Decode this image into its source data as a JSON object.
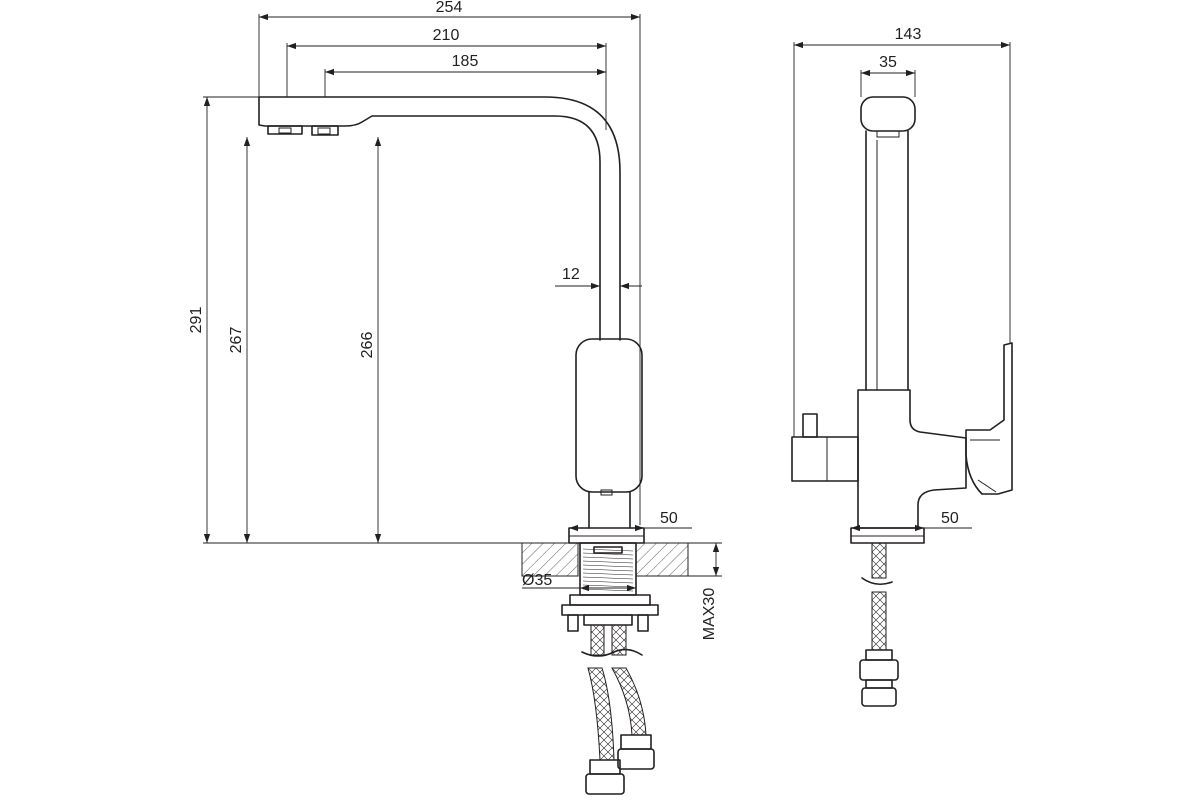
{
  "dimensions": {
    "overall_reach": "254",
    "reach_210": "210",
    "reach_185": "185",
    "overall_height": "291",
    "height_267": "267",
    "height_266": "266",
    "pipe_width": "12",
    "base_width_front": "50",
    "base_width_side": "50",
    "mount_diameter": "Ø35",
    "max_deck": "MAX30",
    "side_width": "143",
    "handle_width": "35"
  }
}
